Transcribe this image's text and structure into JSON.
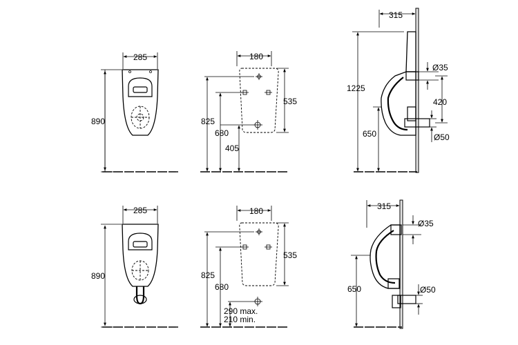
{
  "dimensions": {
    "top": {
      "front_width": "285",
      "front_height": "890",
      "rear_width": "180",
      "rear_535": "535",
      "rear_825": "825",
      "rear_680": "680",
      "rear_405": "405",
      "side_depth": "315",
      "side_1225": "1225",
      "side_650": "650",
      "side_420": "420",
      "side_d35": "Ø35",
      "side_d50": "Ø50"
    },
    "bottom": {
      "front_width": "285",
      "front_height": "890",
      "rear_width": "180",
      "rear_535": "535",
      "rear_825": "825",
      "rear_680": "680",
      "rear_max": "290 max.",
      "rear_min": "210 min.",
      "side_depth": "315",
      "side_650": "650",
      "side_d35": "Ø35",
      "side_d50": "Ø50"
    }
  }
}
